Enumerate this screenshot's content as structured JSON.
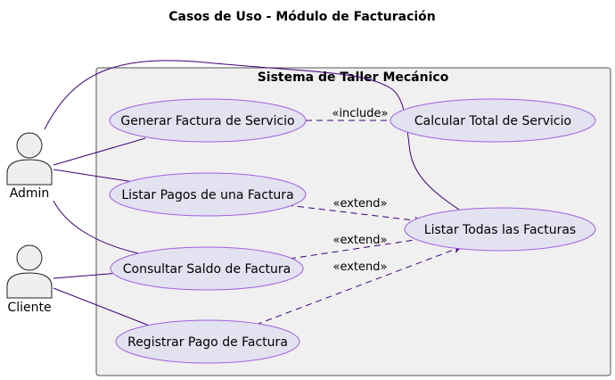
{
  "title": "Casos de Uso - Módulo de Facturación",
  "system": {
    "name": "Sistema de Taller Mecánico"
  },
  "actors": {
    "admin": "Admin",
    "cliente": "Cliente"
  },
  "use_cases": {
    "generar": "Generar Factura de Servicio",
    "calcular": "Calcular Total de Servicio",
    "listar_pagos": "Listar Pagos de una Factura",
    "listar_todas": "Listar Todas las Facturas",
    "consultar": "Consultar Saldo de Factura",
    "registrar": "Registrar Pago de Factura"
  },
  "relations": {
    "include": "«include»",
    "extend1": "«extend»",
    "extend2": "«extend»",
    "extend3": "«extend»"
  },
  "colors": {
    "usecase_fill": "#e2e2f0",
    "usecase_stroke": "#a060e0",
    "system_fill": "#f0f0f0",
    "line": "#3c0078",
    "actor_fill": "#efefef"
  }
}
